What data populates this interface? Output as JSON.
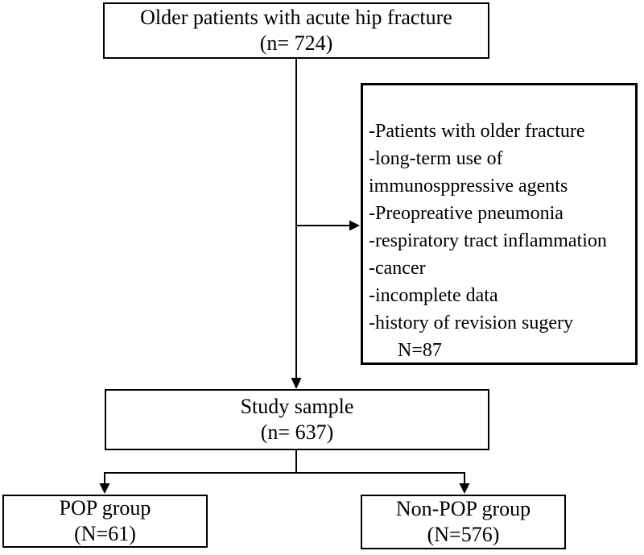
{
  "colors": {
    "line": "#000000",
    "text": "#000000",
    "background": "#ffffff"
  },
  "flowchart": {
    "top_box": {
      "line1": "Older patients with acute hip fracture",
      "line2": "(n= 724)"
    },
    "exclusion_box": {
      "lines": [
        "-Patients with older fracture",
        "-long-term use of",
        "immunosppressive agents",
        "-Preopreative pneumonia",
        "-respiratory tract inflammation",
        "-cancer",
        "-incomplete data",
        "-history of revision sugery"
      ],
      "total": "N=87"
    },
    "study_box": {
      "line1": "Study sample",
      "line2": "(n= 637)"
    },
    "pop_box": {
      "line1": "POP group",
      "line2": "(N=61)"
    },
    "nonpop_box": {
      "line1": "Non-POP group",
      "line2": "(N=576)"
    }
  }
}
